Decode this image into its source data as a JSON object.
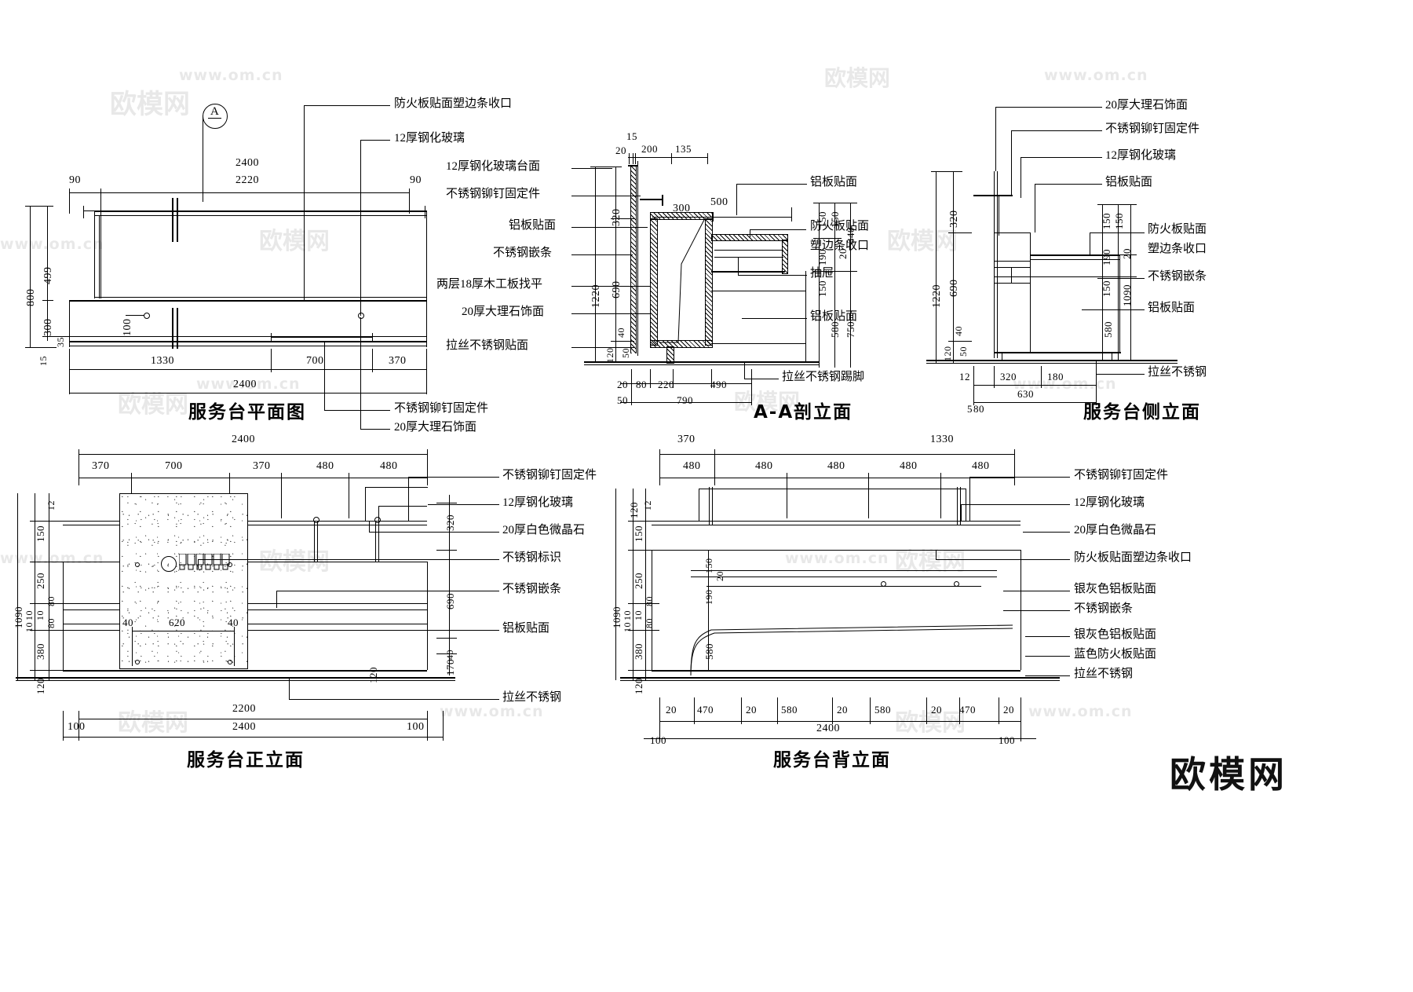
{
  "drawing": {
    "type": "CAD architectural millwork detail — service/reception counter",
    "watermark_main": "欧模网",
    "watermark_url": "www.om.cn",
    "views": [
      {
        "key": "plan",
        "title": "服务台平面图"
      },
      {
        "key": "section_aa",
        "title": "A-A剖立面"
      },
      {
        "key": "side",
        "title": "服务台侧立面"
      },
      {
        "key": "front",
        "title": "服务台正立面"
      },
      {
        "key": "back",
        "title": "服务台背立面"
      }
    ]
  },
  "plan": {
    "title": "服务台平面图",
    "section_marker": "A",
    "dims_top": [
      "2400",
      "2220"
    ],
    "dims_top_side": [
      "90",
      "90"
    ],
    "dims_left": [
      "800",
      "499",
      "300",
      "35",
      "15"
    ],
    "dims_bottom": [
      "1330",
      "700",
      "370",
      "2400"
    ],
    "dim_inner": "100",
    "labels": [
      "防火板贴面塑边条收口",
      "12厚钢化玻璃",
      "不锈钢铆钉固定件",
      "20厚大理石饰面"
    ]
  },
  "section_aa": {
    "title": "A-A剖立面",
    "labels_left": [
      "12厚钢化玻璃台面",
      "不锈钢铆钉固定件",
      "铝板贴面",
      "不锈钢嵌条",
      "两层18厚木工板找平",
      "20厚大理石饰面",
      "拉丝不锈钢贴面"
    ],
    "labels_right": [
      "铝板贴面",
      "防火板贴面",
      "塑边条收口",
      "抽屉",
      "铝板贴面",
      "拉丝不锈钢踢脚"
    ],
    "dims_top": [
      "15",
      "20",
      "200",
      "135"
    ],
    "dims_inner": [
      "300",
      "500"
    ],
    "dims_left": [
      "320",
      "1220",
      "690",
      "40",
      "50",
      "120"
    ],
    "dims_right": [
      "150",
      "150",
      "190",
      "340",
      "20",
      "150",
      "750",
      "580"
    ],
    "dims_bottom": [
      "20",
      "80",
      "220",
      "490",
      "50",
      "790"
    ]
  },
  "side": {
    "title": "服务台侧立面",
    "labels_right": [
      "20厚大理石饰面",
      "不锈钢铆钉固定件",
      "12厚钢化玻璃",
      "铝板贴面",
      "防火板贴面",
      "塑边条收口",
      "不锈钢嵌条",
      "铝板贴面",
      "拉丝不锈钢"
    ],
    "dims_left": [
      "320",
      "1220",
      "690",
      "40",
      "50",
      "120"
    ],
    "dims_right": [
      "150",
      "150",
      "190",
      "20",
      "150",
      "1090",
      "580"
    ],
    "dims_bottom": [
      "12",
      "320",
      "180",
      "630",
      "5",
      "80"
    ]
  },
  "front": {
    "title": "服务台正立面",
    "dims_top": [
      "2400",
      "370",
      "700",
      "370",
      "480",
      "480"
    ],
    "dims_left": [
      "12",
      "150",
      "250",
      "10",
      "10",
      "10",
      "80",
      "80",
      "380",
      "120",
      "1090"
    ],
    "dims_right": [
      "320",
      "690",
      "40",
      "170"
    ],
    "dims_bottom": [
      "2200",
      "2400",
      "100",
      "100"
    ],
    "dims_panel": [
      "40",
      "620",
      "40"
    ],
    "dim_inner": "120",
    "labels_right": [
      "不锈钢铆钉固定件",
      "12厚钢化玻璃",
      "20厚白色微晶石",
      "不锈钢标识",
      "不锈钢嵌条",
      "铝板贴面",
      "拉丝不锈钢"
    ]
  },
  "back": {
    "title": "服务台背立面",
    "dims_top": [
      "370",
      "1330",
      "480",
      "480",
      "480",
      "480",
      "480"
    ],
    "dims_left": [
      "12",
      "120",
      "150",
      "250",
      "10",
      "10",
      "10",
      "80",
      "80",
      "380",
      "120",
      "1090"
    ],
    "dims_inner": [
      "150",
      "20",
      "190",
      "580"
    ],
    "dims_bottom": [
      "20",
      "470",
      "20",
      "580",
      "20",
      "580",
      "20",
      "470",
      "20",
      "2400",
      "100",
      "100"
    ],
    "labels_right": [
      "不锈钢铆钉固定件",
      "12厚钢化玻璃",
      "20厚白色微晶石",
      "防火板贴面塑边条收口",
      "银灰色铝板贴面",
      "不锈钢嵌条",
      "银灰色铝板贴面",
      "蓝色防火板贴面",
      "拉丝不锈钢"
    ]
  }
}
